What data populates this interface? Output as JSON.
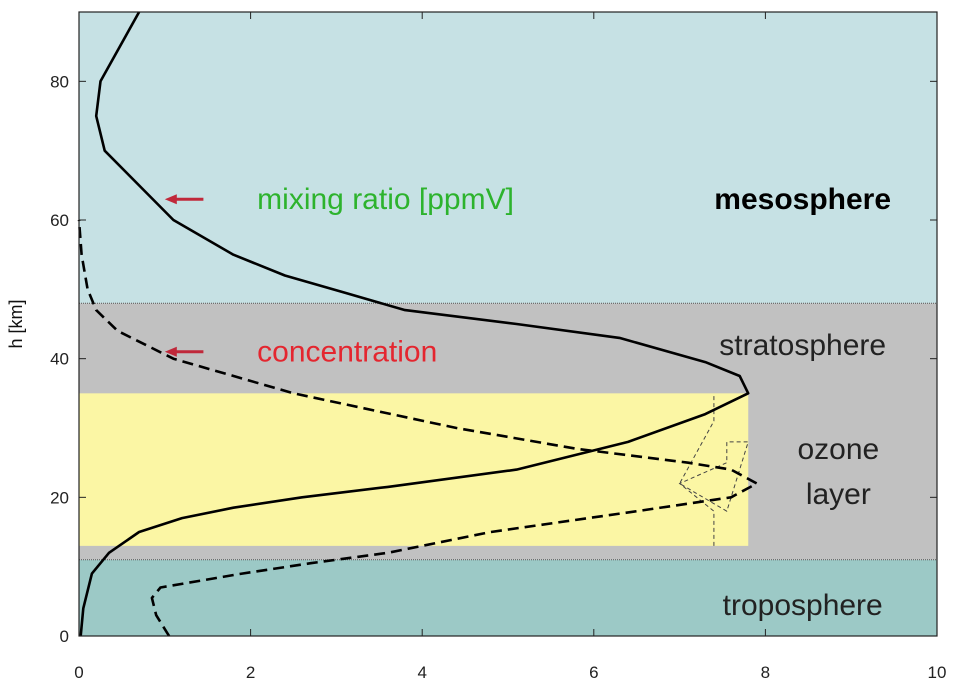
{
  "chart_data": {
    "type": "line",
    "title": "",
    "xlabel": "",
    "ylabel": "h [km]",
    "xlim": [
      0,
      10
    ],
    "ylim": [
      0,
      90
    ],
    "xticks": [
      0,
      2,
      4,
      6,
      8,
      10
    ],
    "yticks": [
      0,
      20,
      40,
      60,
      80
    ],
    "grid": false,
    "regions": [
      {
        "name": "troposphere",
        "label": "troposphere",
        "y_range": [
          0,
          11
        ],
        "color": "#9cc9c6",
        "x_range": [
          0,
          10
        ]
      },
      {
        "name": "stratosphere",
        "label": "stratosphere",
        "y_range": [
          11,
          48
        ],
        "color": "#c1c1c1",
        "x_range": [
          0,
          10
        ]
      },
      {
        "name": "mesosphere",
        "label": "mesosphere",
        "y_range": [
          48,
          90
        ],
        "color": "#c6e1e4",
        "x_range": [
          0,
          10
        ]
      },
      {
        "name": "ozone-layer",
        "label": "ozone layer",
        "label_lines": [
          "ozone",
          "layer"
        ],
        "y_range": [
          13,
          35
        ],
        "color": "#fbf6a4",
        "x_range": [
          0,
          7.8
        ]
      }
    ],
    "series": [
      {
        "name": "mixing ratio [ppmV]",
        "style": "solid",
        "color": "#000000",
        "legend_color": "#2db32d",
        "x": [
          0.02,
          0.05,
          0.15,
          0.35,
          0.7,
          1.2,
          1.8,
          2.6,
          3.6,
          5.1,
          6.4,
          7.3,
          7.8,
          7.7,
          7.3,
          6.3,
          5.1,
          3.8,
          3.1,
          2.4,
          1.8,
          1.1,
          0.3,
          0.2,
          0.25,
          0.7
        ],
        "y": [
          0,
          4,
          9,
          12,
          15,
          17,
          18.5,
          20,
          21.5,
          24,
          28,
          32,
          35,
          37.5,
          39.5,
          43,
          45,
          47,
          49.5,
          52,
          55,
          60,
          70,
          75,
          80,
          90
        ]
      },
      {
        "name": "concentration",
        "style": "dashed",
        "color": "#000000",
        "legend_color": "#e4262f",
        "x": [
          1.05,
          0.9,
          0.85,
          0.95,
          1.9,
          2.7,
          3.6,
          4.8,
          6.5,
          7.6,
          7.9,
          7.6,
          7.1,
          5.8,
          4.4,
          2.5,
          1.1,
          0.45,
          0.2,
          0.1,
          0.03,
          0.0
        ],
        "y": [
          0,
          3,
          5.5,
          7,
          9,
          10.5,
          12,
          15,
          18,
          20,
          22,
          24,
          25,
          27,
          30,
          35,
          40,
          44,
          47,
          50,
          55,
          60
        ]
      }
    ],
    "ozone_profile_outline": {
      "style": "dashed-thin",
      "x": [
        7.4,
        7.4,
        7.0,
        7.55,
        7.55,
        7.8,
        7.55,
        7.55,
        7.0,
        7.4,
        7.4
      ],
      "y": [
        13,
        18,
        22,
        25,
        28,
        28,
        18,
        18,
        22,
        31,
        35
      ]
    },
    "legend": [
      {
        "text": "mixing ratio [ppmV]",
        "color": "#2db32d",
        "x": 2.1,
        "y": 63
      },
      {
        "text": "concentration",
        "color": "#e4262f",
        "x": 2.1,
        "y": 41
      }
    ],
    "arrow_color": "#c0283a"
  }
}
